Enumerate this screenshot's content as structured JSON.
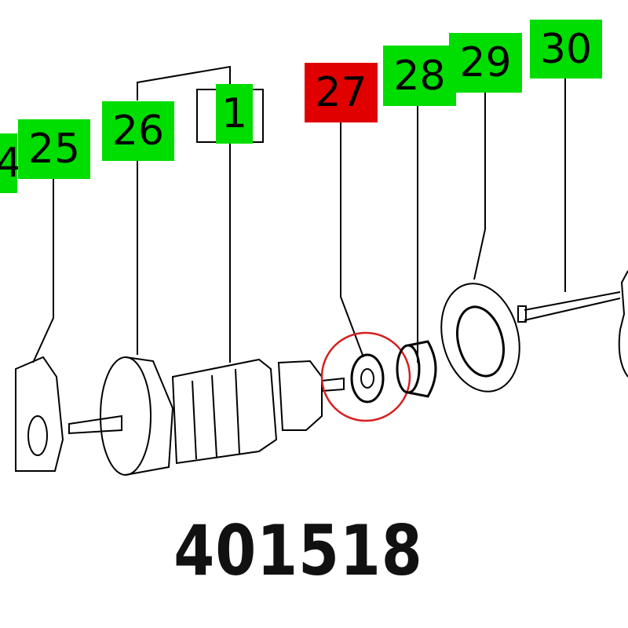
{
  "labels": [
    {
      "id": "24",
      "text": "4",
      "status": "available"
    },
    {
      "id": "25",
      "text": "25",
      "status": "available"
    },
    {
      "id": "26",
      "text": "26",
      "status": "available"
    },
    {
      "id": "1",
      "text": "1",
      "status": "available"
    },
    {
      "id": "27",
      "text": "27",
      "status": "selected"
    },
    {
      "id": "28",
      "text": "28",
      "status": "available"
    },
    {
      "id": "29",
      "text": "29",
      "status": "available"
    },
    {
      "id": "30",
      "text": "30",
      "status": "available"
    }
  ],
  "part_number": "401518",
  "colors": {
    "available": "#00dd00",
    "selected": "#e00000",
    "highlight_circle": "#d42020"
  }
}
